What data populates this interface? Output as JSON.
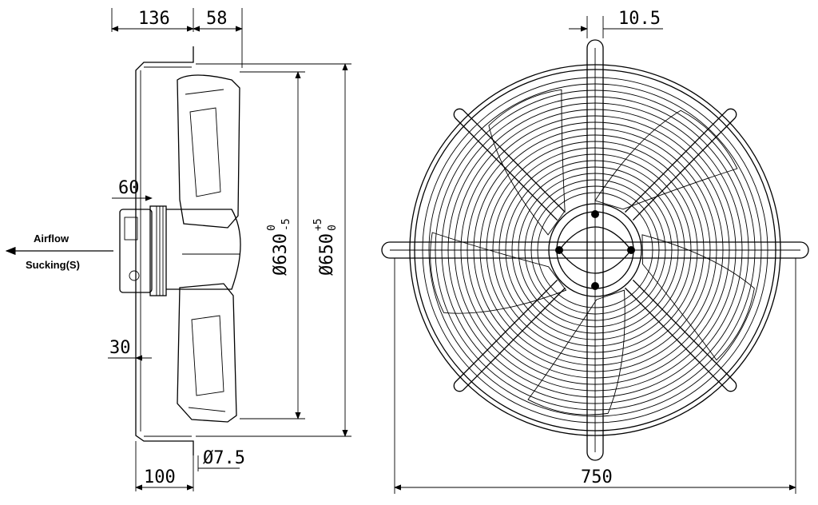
{
  "dimensions": {
    "d136": "136",
    "d58": "58",
    "d60": "60",
    "d30": "30",
    "d100": "100",
    "d7_5": "Ø7.5",
    "d10_5": "10.5",
    "d750": "750",
    "d630": {
      "base": "Ø630",
      "upper": "0",
      "lower": "-5"
    },
    "d650": {
      "base": "Ø650",
      "upper": "+5",
      "lower": "0"
    }
  },
  "labels": {
    "airflow": "Airflow",
    "sucking": "Sucking(S)"
  }
}
